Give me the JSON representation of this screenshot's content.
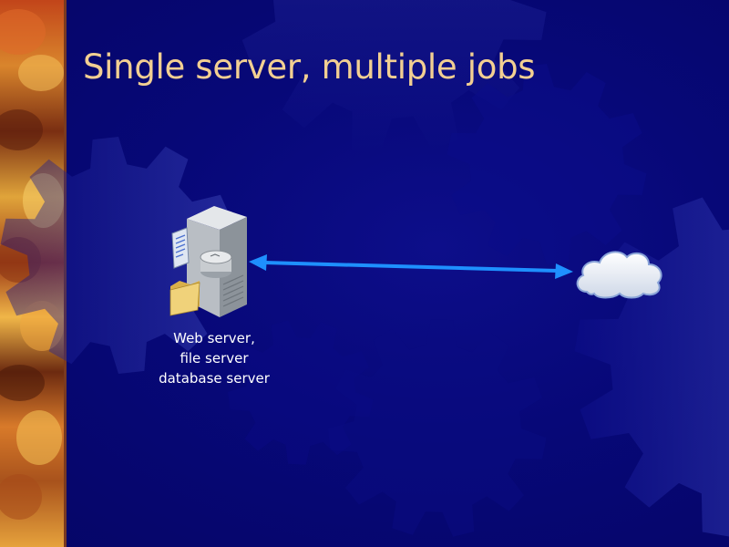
{
  "slide": {
    "title": "Single server, multiple jobs",
    "background_color": "#06066e",
    "title_color": "#f2cf92"
  },
  "diagram": {
    "server": {
      "icon": "server-icon",
      "label_lines": [
        "Web server,",
        "file server",
        "database server"
      ]
    },
    "connection": {
      "type": "bidirectional-arrow",
      "color": "#1e90ff"
    },
    "cloud": {
      "icon": "cloud-icon"
    }
  }
}
